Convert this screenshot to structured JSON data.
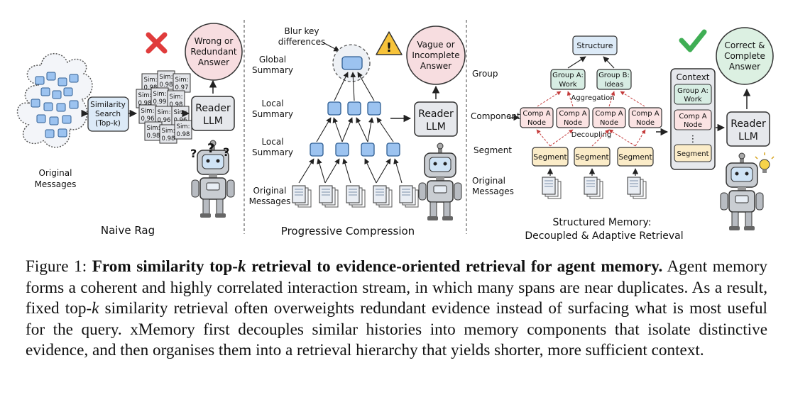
{
  "naive": {
    "original_messages": [
      "Original",
      "Messages"
    ],
    "similarity_search": [
      "Similarity",
      "Search",
      "(Top-k)"
    ],
    "sim_cards": [
      [
        "Sim:",
        "0.98"
      ],
      [
        "Sim:",
        "0.98"
      ],
      [
        "Sim:",
        "0.97"
      ],
      [
        "Sim:",
        "0.98"
      ],
      [
        "Sim:",
        "0.99"
      ],
      [
        "Sim:",
        "0.98"
      ],
      [
        "Sim:",
        "0.96"
      ],
      [
        "Sim:",
        "0.96"
      ],
      [
        "Sim:",
        "0.96"
      ],
      [
        "Sim:",
        "0.98"
      ],
      [
        "Sim:",
        "0.98"
      ],
      [
        "Sim:",
        "0.98"
      ]
    ],
    "reader": [
      "Reader",
      "LLM"
    ],
    "answer": [
      "Wrong or",
      "Redundant",
      "Answer"
    ],
    "robot_marks": [
      "?",
      "?",
      "?"
    ],
    "title": "Naive Rag"
  },
  "progressive": {
    "blur_note": [
      "Blur key",
      "differences"
    ],
    "level_labels": [
      [
        "Global",
        "Summary"
      ],
      [
        "Local",
        "Summary"
      ],
      [
        "Local",
        "Summary"
      ],
      [
        "Original",
        "Messages"
      ]
    ],
    "reader": [
      "Reader",
      "LLM"
    ],
    "answer": [
      "Vague or",
      "Incomplete",
      "Answer"
    ],
    "warning_mark": "!",
    "title": "Progressive  Compression"
  },
  "structured": {
    "level_labels": [
      "Group",
      "Component",
      "Segment",
      [
        "Original",
        "Messages"
      ]
    ],
    "structure": "Structure",
    "groups": [
      [
        "Group A:",
        "Work"
      ],
      [
        "Group B:",
        "Ideas"
      ]
    ],
    "aggregation": "Aggregation",
    "components": [
      [
        "Comp A",
        "Node"
      ],
      [
        "Comp A",
        "Node"
      ],
      [
        "Comp A",
        "Node"
      ],
      [
        "Comp A",
        "Node"
      ]
    ],
    "decoupling": "Decoupling",
    "segments": [
      "Segment",
      "Segment",
      "Segment"
    ],
    "context": {
      "title": "Context",
      "items": [
        [
          "Group A:",
          "Work"
        ],
        [
          "Comp A",
          "Node"
        ]
      ],
      "dots": "⋮",
      "segment": "Segment"
    },
    "reader": [
      "Reader",
      "LLM"
    ],
    "answer": [
      "Correct &",
      "Complete",
      "Answer"
    ],
    "title": [
      "Structured Memory:",
      "Decoupled & Adaptive Retrieval"
    ]
  },
  "caption": {
    "label": "Figure 1:",
    "title_before_k": "From similarity top-",
    "k": "k",
    "title_after_k": " retrieval to evidence-oriented retrieval for agent memory.",
    "text1": " Agent memory forms a coherent and highly correlated interaction stream, in which many spans are near duplicates. As a result, fixed top-",
    "k2": "k",
    "text2": " similarity retrieval often overweights redundant evidence instead of surfacing what is most useful for the query. xMemory first decouples similar histories into memory components that isolate distinctive evidence, and then organises them into a retrieval hierarchy that yields shorter, more sufficient context."
  },
  "colors": {
    "node_blue": "#9cc3f0",
    "reader_gray": "#e6e8ec",
    "answer_pink": "#f7dde0",
    "answer_green": "#dcf0e2",
    "group_green": "#d7ede3",
    "comp_pink": "#fbe3e3",
    "segment_yellow": "#fbecc8",
    "structure_blue": "#dceaf7",
    "cross_red": "#e03c3c",
    "check_green": "#3fae54",
    "warn_yellow": "#f7c33a",
    "dashed_red": "#c43a3a"
  }
}
